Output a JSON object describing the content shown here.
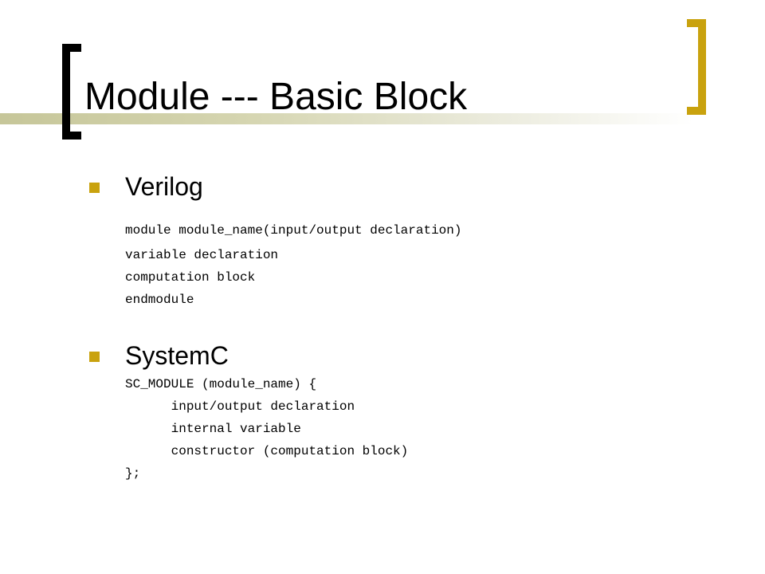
{
  "slide": {
    "title": "Module --- Basic Block",
    "sections": [
      {
        "heading": "Verilog",
        "lines": [
          "module module_name(input/output declaration)",
          "variable declaration",
          "computation block",
          "endmodule"
        ]
      },
      {
        "heading": "SystemC",
        "lines": [
          "SC_MODULE (module_name) {",
          "      input/output declaration",
          "      internal variable",
          "      constructor (computation block)",
          "};"
        ]
      }
    ]
  },
  "colors": {
    "accent": "#c9a20e",
    "bar": "#c6c699",
    "text": "#000000"
  }
}
